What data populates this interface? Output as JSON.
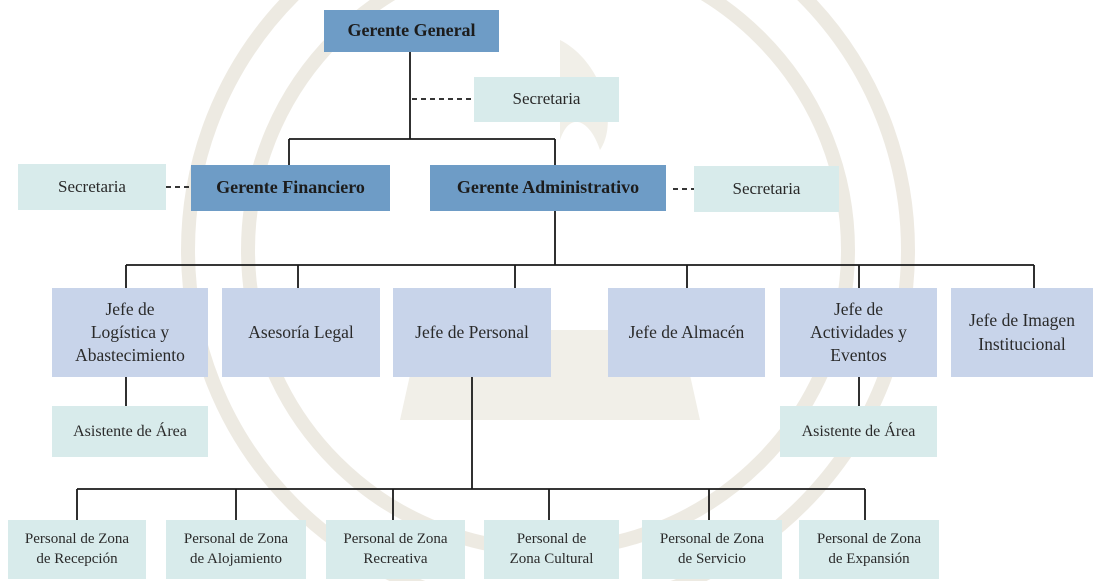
{
  "chart": {
    "top": {
      "label": "Gerente General"
    },
    "top_secretary": {
      "label": "Secretaria"
    },
    "level2": [
      {
        "label": "Gerente Financiero",
        "secretary": "Secretaria"
      },
      {
        "label": "Gerente Administrativo",
        "secretary": "Secretaria"
      }
    ],
    "level3": [
      {
        "label": "Jefe de\nLogística y\nAbastecimiento",
        "assistant": "Asistente de Área"
      },
      {
        "label": "Asesoría Legal"
      },
      {
        "label": "Jefe de Personal"
      },
      {
        "label": "Jefe de Almacén"
      },
      {
        "label": "Jefe de\nActividades y\nEventos",
        "assistant": "Asistente de Área"
      },
      {
        "label": "Jefe de Imagen\nInstitucional"
      }
    ],
    "level4": [
      {
        "label": "Personal de Zona\nde Recepción"
      },
      {
        "label": "Personal de Zona\nde Alojamiento"
      },
      {
        "label": "Personal de Zona\nRecreativa"
      },
      {
        "label": "Personal de\nZona Cultural"
      },
      {
        "label": "Personal de Zona\nde Servicio"
      },
      {
        "label": "Personal de Zona\nde Expansión"
      }
    ]
  },
  "colors": {
    "manager": "#6e9cc6",
    "department": "#c8d4ea",
    "support": "#d8ebeb",
    "connector": "#1a1a1a"
  }
}
